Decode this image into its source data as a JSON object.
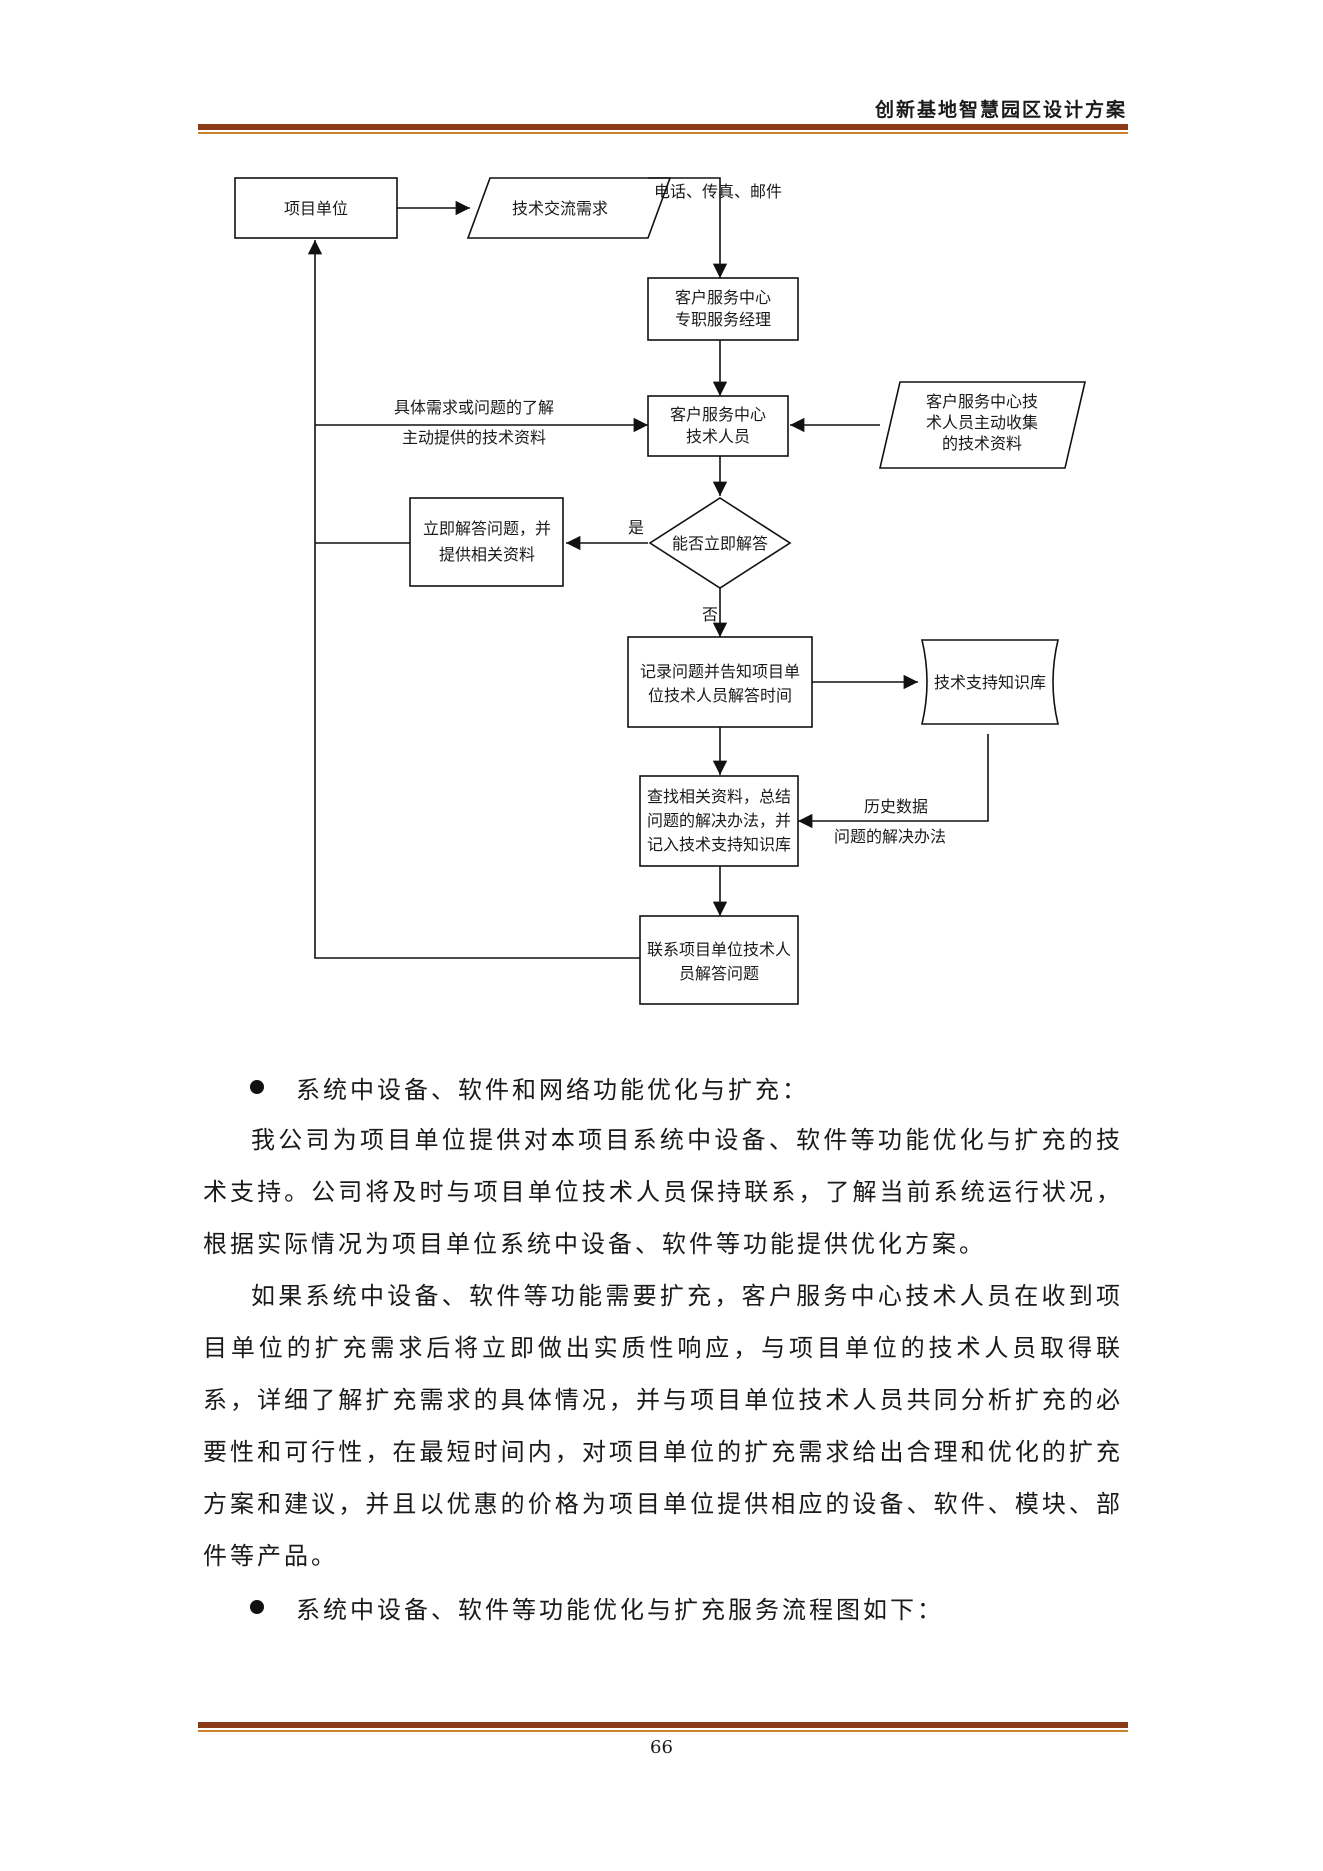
{
  "header": {
    "title": "创新基地智慧园区设计方案"
  },
  "flowchart": {
    "project_unit": "项目单位",
    "tech_request": "技术交流需求",
    "channel_label": "电话、传真、邮件",
    "manager_line1": "客户服务中心",
    "manager_line2": "专职服务经理",
    "tech_staff_line1": "客户服务中心",
    "tech_staff_line2": "技术人员",
    "collected_line1": "客户服务中心技",
    "collected_line2": "术人员主动收集",
    "collected_line3": "的技术资料",
    "left_label_line1": "具体需求或问题的了解",
    "left_label_line2": "主动提供的技术资料",
    "answer_line1": "立即解答问题，并",
    "answer_line2": "提供相关资料",
    "decision": "能否立即解答",
    "yes_label": "是",
    "no_label": "否",
    "record_line1": "记录问题并告知项目单",
    "record_line2": "位技术人员解答时间",
    "knowledge_base": "技术支持知识库",
    "search_line1": "查找相关资料，总结",
    "search_line2": "问题的解决办法，并",
    "search_line3": "记入技术支持知识库",
    "history_line1": "历史数据",
    "history_line2": "问题的解决办法",
    "contact_line1": "联系项目单位技术人",
    "contact_line2": "员解答问题"
  },
  "content": {
    "bullet1": "系统中设备、软件和网络功能优化与扩充：",
    "para1": "我公司为项目单位提供对本项目系统中设备、软件等功能优化与扩充的技术支持。公司将及时与项目单位技术人员保持联系，了解当前系统运行状况，根据实际情况为项目单位系统中设备、软件等功能提供优化方案。",
    "para2": "如果系统中设备、软件等功能需要扩充，客户服务中心技术人员在收到项目单位的扩充需求后将立即做出实质性响应，与项目单位的技术人员取得联系，详细了解扩充需求的具体情况，并与项目单位技术人员共同分析扩充的必要性和可行性，在最短时间内，对项目单位的扩充需求给出合理和优化的扩充方案和建议，并且以优惠的价格为项目单位提供相应的设备、软件、模块、部件等产品。",
    "bullet2": "系统中设备、软件等功能优化与扩充服务流程图如下："
  },
  "footer": {
    "page_number": "66"
  },
  "colors": {
    "rule_dark": "#8a3a17",
    "rule_light": "#c9812a"
  }
}
